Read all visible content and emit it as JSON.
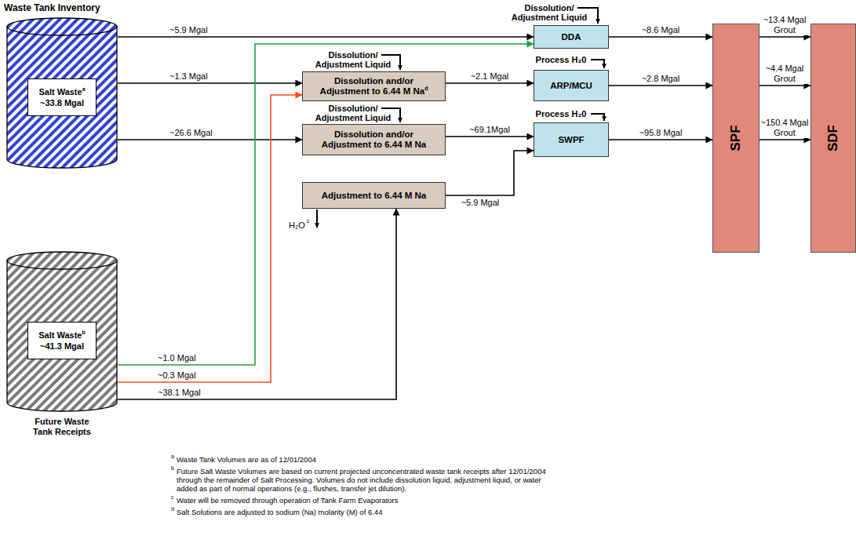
{
  "diagram": {
    "nodes": [
      {
        "text": [
          "Waste Tank Inventory"
        ]
      },
      {
        "text": [
          "Salt Waste",
          "a",
          "~33.8 Mgal"
        ],
        "in": 0
      },
      {
        "text": [
          "Future Waste Tank Receipts"
        ]
      },
      {
        "text": [
          "Salt Waste",
          "b",
          "~41.3 Mgal"
        ],
        "in": 2
      },
      {
        "text": [
          "DDA"
        ]
      },
      {
        "text": [
          "Dissolution and/or Adjustment to 6.44 M Na",
          "d"
        ]
      },
      {
        "text": [
          "ARP/MCU"
        ]
      },
      {
        "text": [
          "Dissolution and/or Adjustment to 6.44 M Na"
        ]
      },
      {
        "text": [
          "SWPF"
        ]
      },
      {
        "text": [
          "Adjustment to 6.44 M Na"
        ]
      },
      {
        "text": [
          "SPF"
        ]
      },
      {
        "text": [
          "SDF"
        ]
      }
    ],
    "edges": [
      {
        "from": 0,
        "to": 4,
        "label": "~5.9 Mgal",
        "arrow": "to"
      },
      {
        "from": 0,
        "to": 5,
        "label": "~1.3 Mgal",
        "arrow": "to"
      },
      {
        "from": 0,
        "to": 7,
        "label": "~26.6 Mgal",
        "arrow": "to"
      },
      {
        "from": 2,
        "to": 4,
        "label": "~1.0 Mgal",
        "arrow": "to"
      },
      {
        "from": 2,
        "to": 5,
        "label": "~0.3 Mgal",
        "arrow": "to"
      },
      {
        "from": 2,
        "to": 9,
        "label": "~38.1 Mgal",
        "arrow": "to"
      },
      {
        "from": 4,
        "to": 10,
        "label": "~8.6 Mgal",
        "arrow": "to"
      },
      {
        "from": 5,
        "to": 6,
        "label": "~2.1 Mgal",
        "arrow": "to"
      },
      {
        "from": 6,
        "to": 10,
        "label": "~2.8 Mgal",
        "arrow": "to"
      },
      {
        "from": 7,
        "to": 8,
        "label": "~69.1Mgal",
        "arrow": "to"
      },
      {
        "from": 9,
        "to": 8,
        "label": "~5.9 Mgal",
        "arrow": "to"
      },
      {
        "from": 8,
        "to": 10,
        "label": "~95.8 Mgal",
        "arrow": "to"
      },
      {
        "from": 10,
        "to": 11,
        "label": "~13.4 Mgal Grout",
        "arrow": "to"
      },
      {
        "from": 10,
        "to": 11,
        "label": "~4.4 Mgal Grout",
        "arrow": "to"
      },
      {
        "from": 10,
        "to": 11,
        "label": "~150.4 Mgal Grout",
        "arrow": "to"
      }
    ],
    "labels": [
      "Dissolution/ Adjustment Liquid",
      "Dissolution/ Adjustment Liquid",
      "Process H₂0",
      "Dissolution/ Adjustment Liquid",
      "Process H₂0",
      "H₂O",
      "c",
      "a",
      "Waste Tank Volumes are as of 12/01/2004",
      "b",
      "Future Salt Waste Volumes are based on current projected unconcentrated waste tank receipts after 12/01/2004 through the remainder of Salt Processing. Volumes do not include dissolution liquid, adjustment liquid, or water added as part of normal operations (e.g., flushes, transfer jet dilution).",
      "c",
      "Water will be removed through operation of Tank Farm Evaporators",
      "d",
      "Salt Solutions are adjusted to sodium (Na) molarity (M) of 6.44"
    ]
  }
}
